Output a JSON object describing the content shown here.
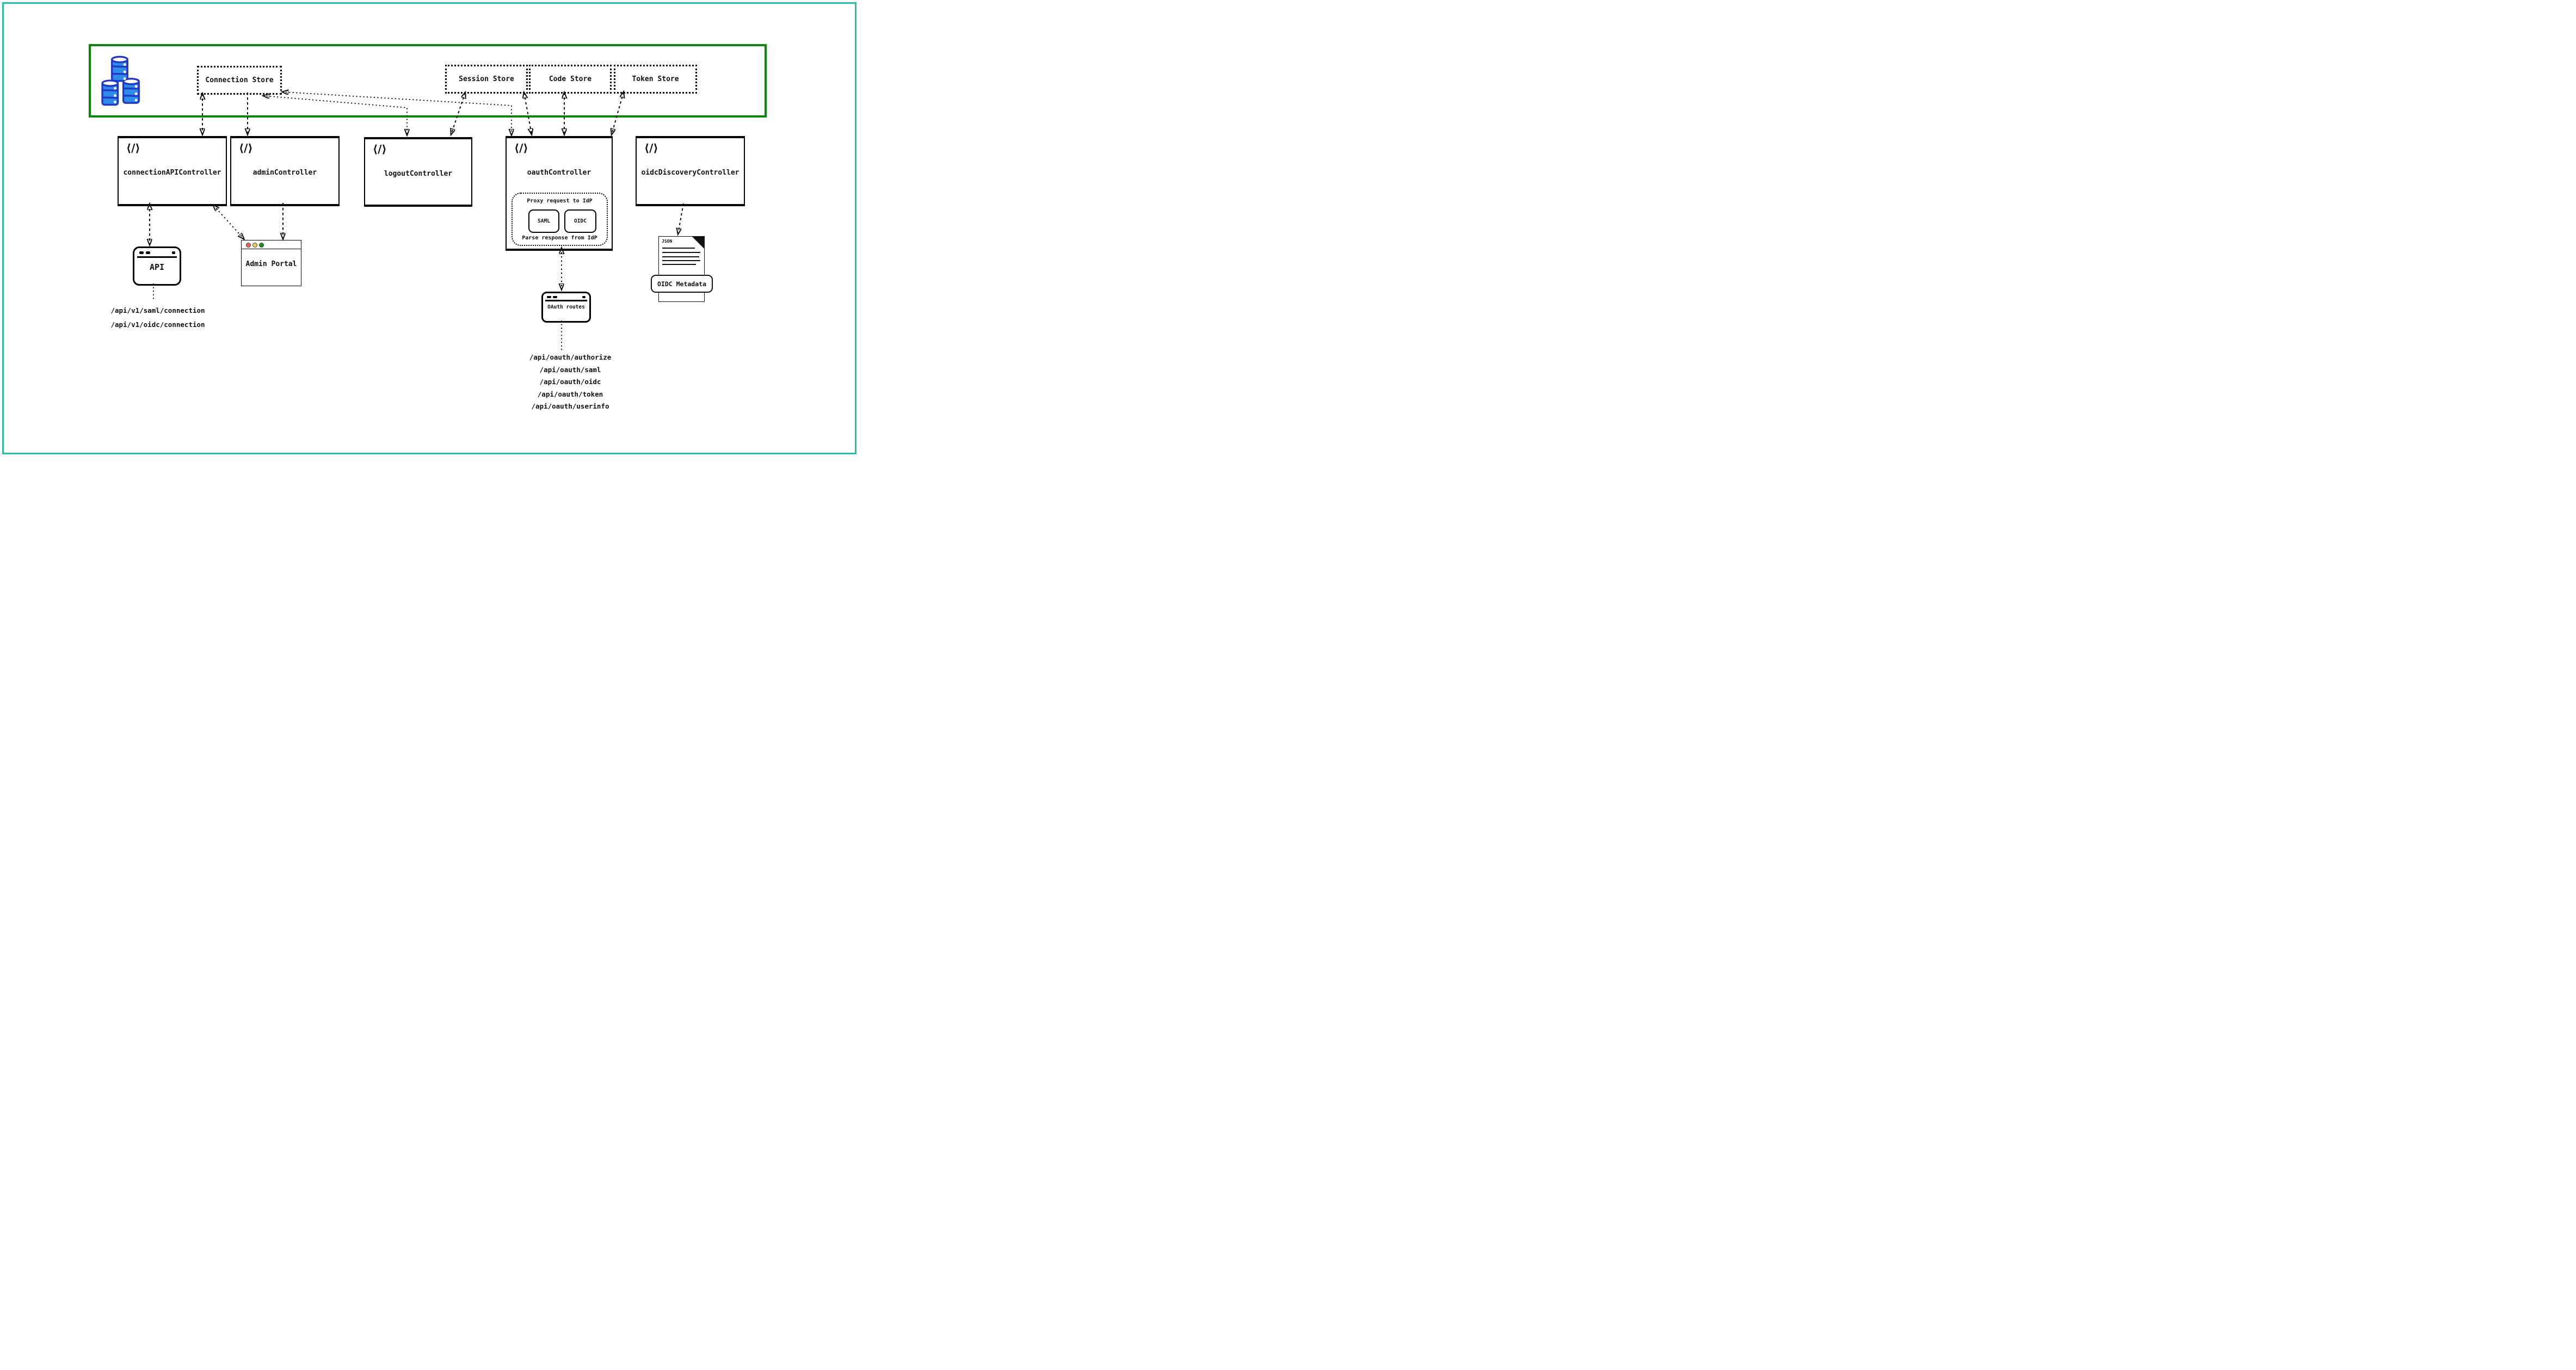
{
  "diagram": {
    "code_icon_glyph": "⟨/⟩",
    "stores": [
      {
        "label": "Connection Store"
      },
      {
        "label": "Session Store"
      },
      {
        "label": "Code Store"
      },
      {
        "label": "Token Store"
      }
    ],
    "controllers": [
      {
        "label": "connectionAPIController"
      },
      {
        "label": "adminController"
      },
      {
        "label": "logoutController"
      },
      {
        "label": "oauthController"
      },
      {
        "label": "oidcDiscoveryController"
      }
    ],
    "oauth_internal": {
      "top_label": "Proxy request to IdP",
      "bottom_label": "Parse response from IdP",
      "protocols": [
        {
          "label": "SAML"
        },
        {
          "label": "OIDC"
        }
      ]
    },
    "windows": {
      "api": {
        "label": "API"
      },
      "admin_portal": {
        "label": "Admin Portal"
      },
      "oauth_routes": {
        "label": "OAuth routes"
      }
    },
    "api_endpoints": [
      "/api/v1/saml/connection",
      "/api/v1/oidc/connection"
    ],
    "oauth_endpoints": [
      "/api/oauth/authorize",
      "/api/oauth/saml",
      "/api/oauth/oidc",
      "/api/oauth/token",
      "/api/oauth/userinfo"
    ],
    "json_document": {
      "file_type_label": "JSON",
      "badge_label": "OIDC Metadata"
    },
    "colors": {
      "outer_border": "#2abfa2",
      "store_zone_border": "#0a870a",
      "database_fill": "#2e8ce9",
      "database_stroke": "#2337c6",
      "traffic_red": "#f5625d",
      "traffic_yellow": "#f5ce55",
      "traffic_green": "#149414"
    }
  }
}
